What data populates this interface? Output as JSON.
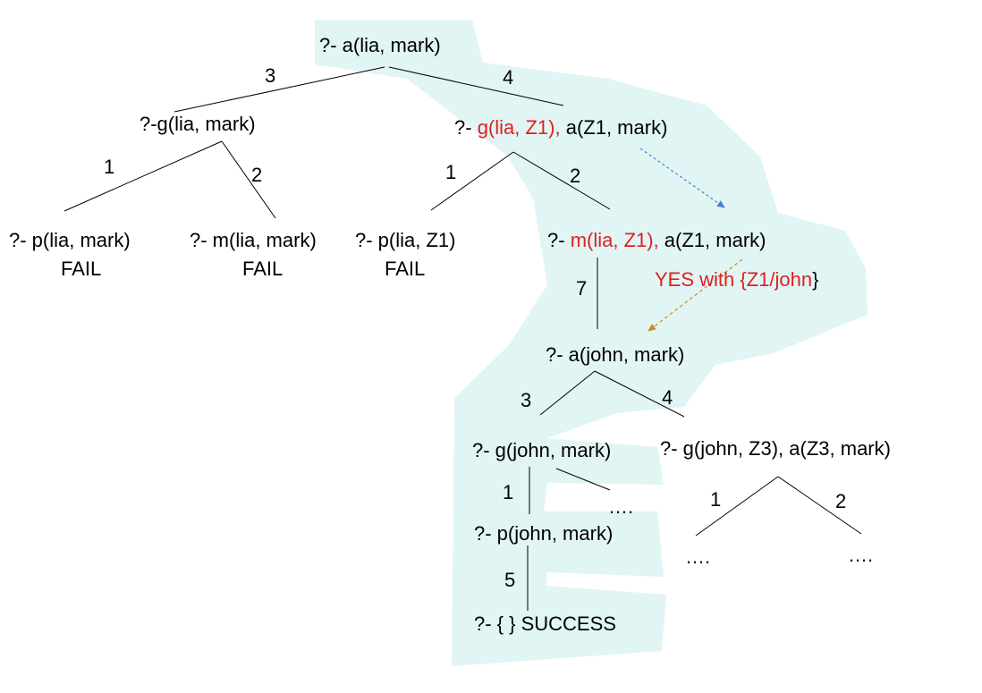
{
  "colors": {
    "highlight": "#E1F5F4",
    "red": "#E02020",
    "blue_arrow": "#4A7FD0",
    "orange_arrow": "#D08A20",
    "line": "#000000"
  },
  "nodes": {
    "root": "?- a(lia, mark)",
    "g_lia_mark": "?-g(lia, mark)",
    "goal2_prefix": "?- ",
    "goal2_red": "g(lia, Z1),",
    "goal2_rest": " a(Z1, mark)",
    "p_lia_mark": "?- p(lia, mark)",
    "m_lia_mark": "?- m(lia, mark)",
    "p_lia_z1": "?- p(lia, Z1)",
    "goal3_prefix": "?- ",
    "goal3_red": "m(lia, Z1),",
    "goal3_rest": " a(Z1, mark)",
    "a_john_mark": "?- a(john, mark)",
    "g_john_mark": "?- g(john, mark)",
    "g_john_z3": "?- g(john, Z3), a(Z3, mark)",
    "p_john_mark": "?- p(john, mark)",
    "success": "?- { } SUCCESS"
  },
  "statuses": {
    "fail1": "FAIL",
    "fail2": "FAIL",
    "fail3": "FAIL"
  },
  "edge_labels": {
    "e3_top": "3",
    "e4_top": "4",
    "e1_left": "1",
    "e2_left": "2",
    "e1_mid": "1",
    "e2_mid": "2",
    "e7": "7",
    "e3_low": "3",
    "e4_low": "4",
    "e1_john": "1",
    "e5": "5",
    "e1_right": "1",
    "e2_right": "2"
  },
  "ellipses": {
    "g_john_other": "….",
    "right_left": "….",
    "right_right": "…."
  },
  "annotation": {
    "yes_red": "YES with {Z1/john",
    "yes_close": "}"
  }
}
